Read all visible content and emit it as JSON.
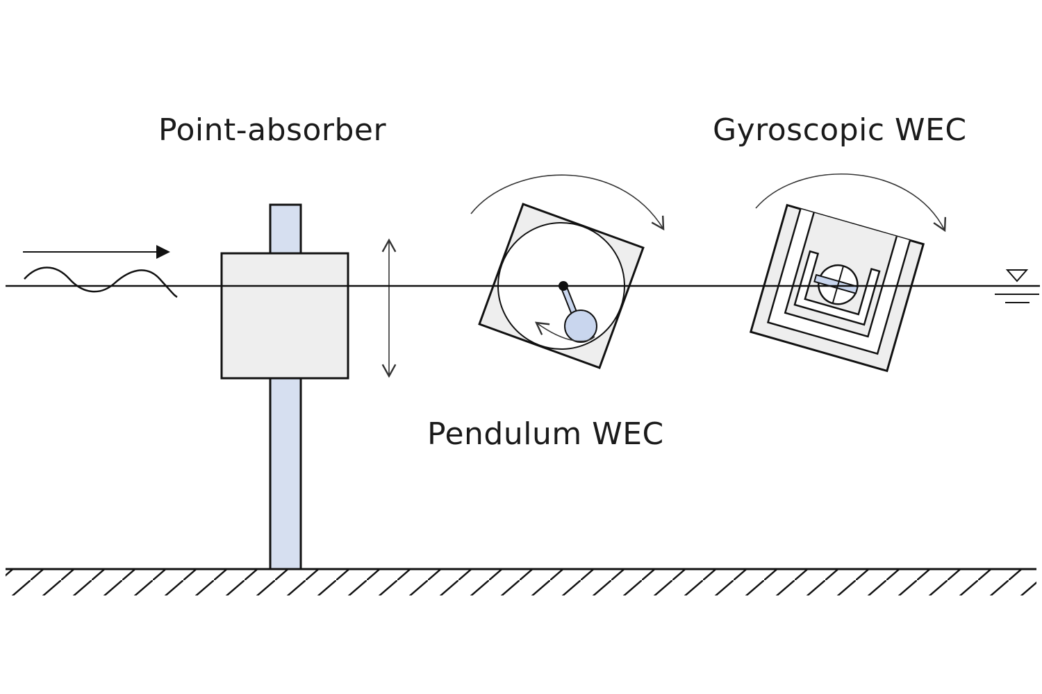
{
  "labels": {
    "point_absorber": "Point-absorber",
    "pendulum": "Pendulum WEC",
    "gyroscopic": "Gyroscopic WEC"
  },
  "colors": {
    "stroke": "#111111",
    "body_fill": "#eeeeee",
    "pile_fill": "#d6dff0",
    "mass_fill": "#c9d6ee",
    "arrow_gray": "#555555"
  }
}
